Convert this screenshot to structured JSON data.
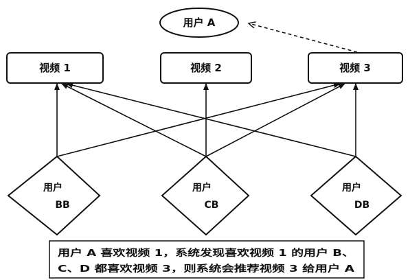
{
  "user_a": {
    "label": "用户 A"
  },
  "videos": [
    {
      "label": "视频 1"
    },
    {
      "label": "视频 2"
    },
    {
      "label": "视频 3"
    }
  ],
  "users": [
    {
      "line1": "用户",
      "line2": "BB"
    },
    {
      "line1": "用户",
      "line2": "CB"
    },
    {
      "line1": "用户",
      "line2": "DB"
    }
  ],
  "caption": {
    "line1": "用户 A 喜欢视频 1，系统发现喜欢视频 1 的用户 B、",
    "line2": "C、D 都喜欢视频 3，则系统会推荐视频 3 给用户 A"
  },
  "colors": {
    "stroke": "#111111",
    "background": "#ffffff"
  }
}
